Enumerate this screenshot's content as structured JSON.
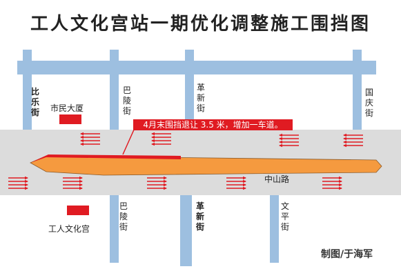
{
  "title": "工人文化宫站一期优化调整施工围挡图",
  "colors": {
    "road_blue": "#9dbfe0",
    "main_road": "#dcdcdc",
    "hoarding_orange": "#f59a3f",
    "hoarding_red": "#e01b22",
    "arrow_red": "#e01b22"
  },
  "labels": {
    "north_street_1": "比乐街",
    "north_street_2": "巴陵街",
    "north_street_3": "革新街",
    "north_street_4": "国庆街",
    "south_street_1": "巴陵街",
    "south_street_2": "革新街",
    "south_street_3": "文平街",
    "main_road": "中山路",
    "building_north": "市民大厦",
    "building_south": "工人文化宫"
  },
  "callout": "4月末围挡退让 3.5 米，增加一车道。",
  "credit": "制图/于海军"
}
